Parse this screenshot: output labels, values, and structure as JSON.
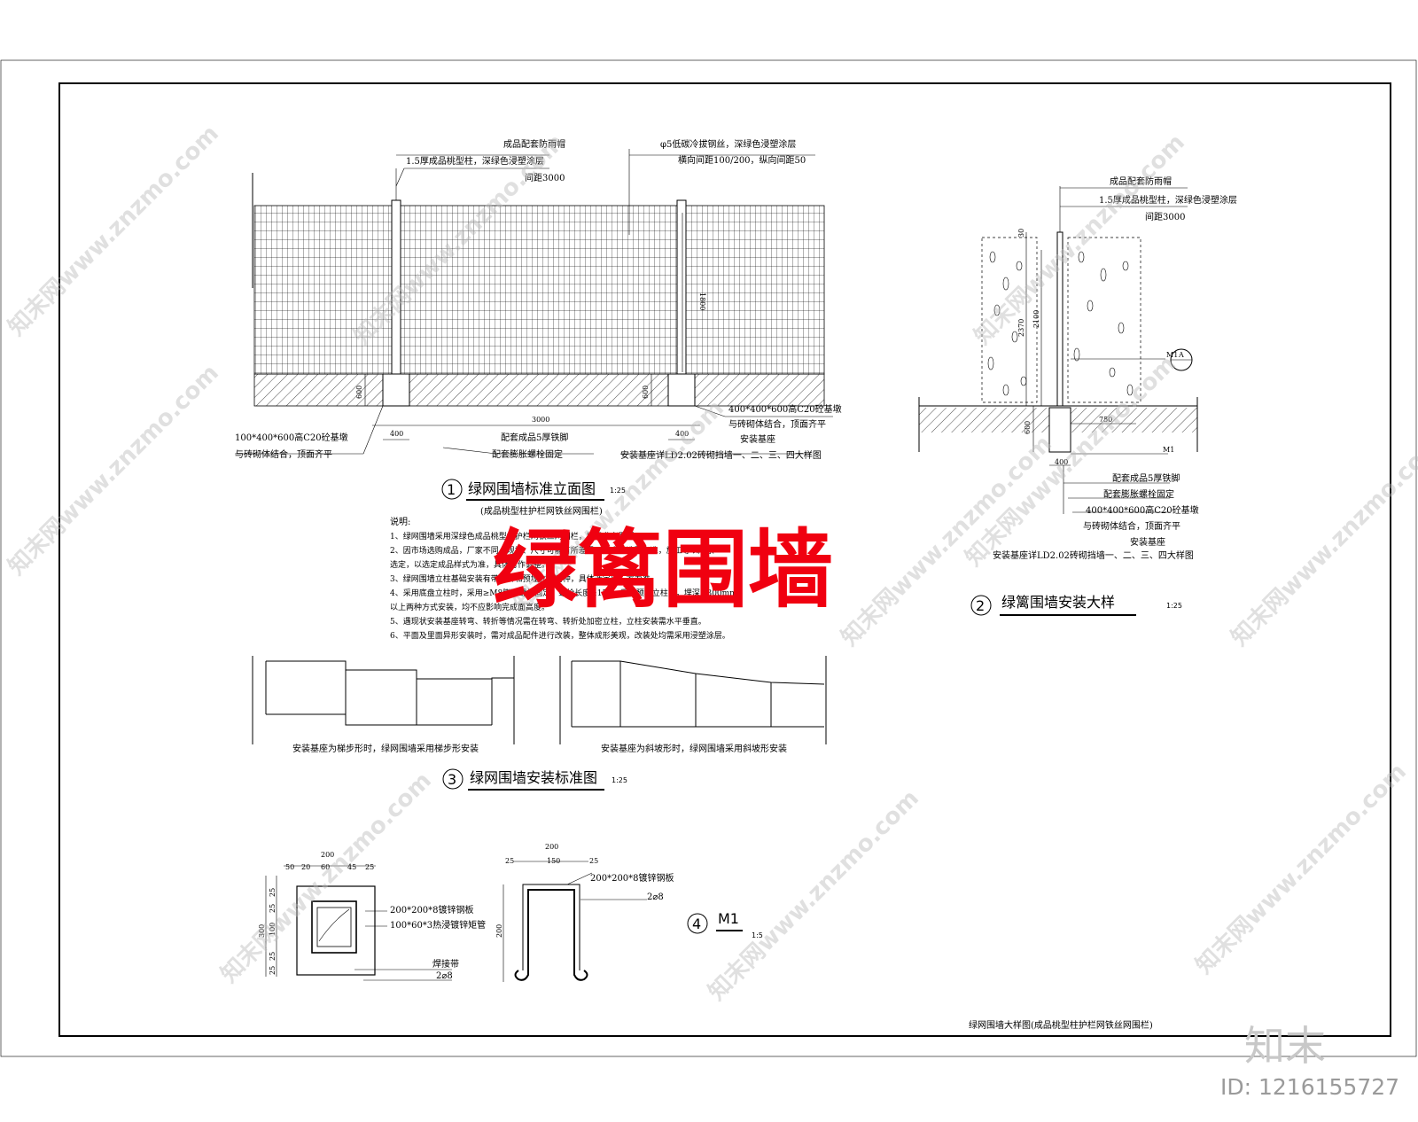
{
  "big_title": "绿篱围墙",
  "brand_logo": "知末",
  "id_label": "ID: 1216155727",
  "watermark": "知末网www.znzmo.com",
  "footer_title": "绿网围墙大样图(成品桃型柱护栏网铁丝网围栏)",
  "view1": {
    "number": "1",
    "title": "绿网围墙标准立面图",
    "scale": "1:25",
    "subtitle": "(成品桃型柱护栏网铁丝网围栏)",
    "labels": {
      "rain_cap": "成品配套防雨帽",
      "post": "1.5厚成品桃型柱，深绿色浸塑涂层",
      "post_spacing": "间距3000",
      "wire": "φ5低碳冷拔钢丝，深绿色浸塑涂层",
      "wire_spacing": "横向间距100/200，纵向间距50",
      "base_left_1": "100*400*600高C20砼基墩",
      "base_left_2": "与砖砌体结合，顶面齐平",
      "foot_1": "配套成品5厚铁脚",
      "foot_2": "配套膨胀螺栓固定",
      "base_right_1": "400*400*600高C20砼基墩",
      "base_right_2": "与砖砌体结合，顶面齐平",
      "base_right_3": "安装基座",
      "base_right_4": "安装基座详LD2.02砖砌挡墙一、二、三、四大样图"
    },
    "dims": {
      "span": "3000",
      "pier_w": "400",
      "pier_h": "600",
      "height": "1800"
    }
  },
  "view2": {
    "number": "2",
    "title": "绿篱围墙安装大样",
    "scale": "1:25",
    "labels": {
      "rain_cap": "成品配套防雨帽",
      "post": "1.5厚成品桃型柱，深绿色浸塑涂层",
      "post_spacing": "间距3000",
      "foot": "配套成品5厚铁脚",
      "bolt": "配套膨胀螺栓固定",
      "base": "400*400*600高C20砼基墩",
      "join": "与砖砌体结合，顶面齐平",
      "seat": "安装基座",
      "seat_ref": "安装基座详LD2.02砖砌挡墙一、二、三、四大样图",
      "m1": "M1",
      "callout_top": "M1",
      "callout_bottom": "A"
    },
    "dims": {
      "top": "30",
      "h1": "2100",
      "h2": "2370",
      "base_h": "600",
      "side": "750",
      "w": "400"
    }
  },
  "notes": {
    "heading": "说明:",
    "lines": [
      "1、绿网围墙采用深绿色成品桃型柱护栏网铁丝网围栏，样式参考图纸。",
      "2、因市场选购成品，厂家不同，规格、尺寸可能有所差异，以实际选购为准，施工等以厂家",
      "   选定，以选定成品样式为准，具体可作调整。",
      "3、绿网围墙立柱基础安装有带铁脚和预埋立柱两种，具体选定以厂家为准。",
      "4、采用底盘立柱时，采用≥M8膨胀螺栓固定，螺栓长度≥150，采用预埋立柱时，埋深≥300mm。",
      "   以上两种方式安装，均不应影响完成面高度。",
      "5、遇现状安装基座转弯、转折等情况需在转弯、转折处加密立柱，立柱安装需水平垂直。",
      "6、平面及里面异形安装时，需对成品配件进行改装，整体成形美观，改装处均需采用浸塑涂层。"
    ]
  },
  "view3": {
    "number": "3",
    "title": "绿网围墙安装标准图",
    "scale": "1:25",
    "caption_left": "安装基座为梯步形时，绿网围墙采用梯步形安装",
    "caption_right": "安装基座为斜坡形时，绿网围墙采用斜坡形安装"
  },
  "view4": {
    "number": "4",
    "title": "M1",
    "scale": "1:5",
    "plate": "200*200*8镀锌钢板",
    "tube": "100*60*3热浸镀锌矩管",
    "weld": "焊接带",
    "rebar": "2⌀8",
    "plate2": "200*200*8镀锌钢板",
    "rebar2": "2⌀8",
    "dims_top": [
      "200",
      "50",
      "20",
      "60",
      "45",
      "25"
    ],
    "dims_side": [
      "300",
      "25",
      "25",
      "100",
      "25",
      "25"
    ],
    "dims_top2": [
      "200",
      "25",
      "150",
      "25"
    ],
    "dims_side2": [
      "200"
    ]
  }
}
